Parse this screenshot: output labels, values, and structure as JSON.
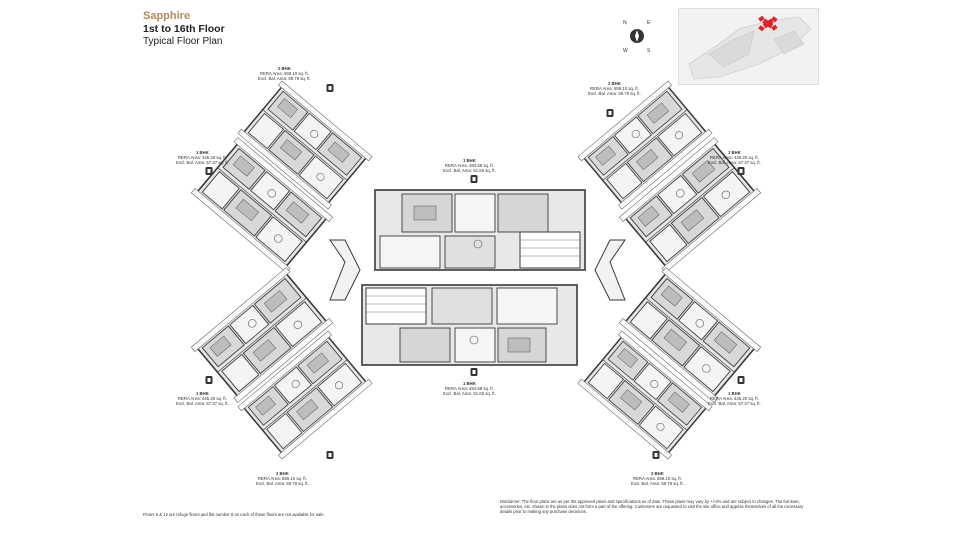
{
  "header": {
    "project": "Sapphire",
    "floors": "1st to 16th Floor",
    "plan_type": "Typical Floor Plan"
  },
  "compass": {
    "n": "N",
    "e": "E",
    "s": "S",
    "w": "W"
  },
  "colors": {
    "brand": "#b48a5a",
    "wall": "#3a3a3a",
    "room_fill": "#e2e2e2",
    "keyplan_highlight": "#e0242a"
  },
  "units": [
    {
      "id": "top-left-2bhk",
      "type": "2 BHK",
      "rera": "RERA Area: 659.10 sq. ft.",
      "excl": "Excl. Bal. Area: 59.79 sq. ft."
    },
    {
      "id": "top-right-2bhk",
      "type": "2 BHK",
      "rera": "RERA Area: 659.10 sq. ft.",
      "excl": "Excl. Bal. Area: 59.79 sq. ft."
    },
    {
      "id": "left-upper-1bhk",
      "type": "1 BHK",
      "rera": "RERA Area: 445.20 sq. ft.",
      "excl": "Excl. Bal. Area: 57.37 sq. ft."
    },
    {
      "id": "right-upper-1bhk",
      "type": "1 BHK",
      "rera": "RERA Area: 445.20 sq. ft.",
      "excl": "Excl. Bal. Area: 57.37 sq. ft."
    },
    {
      "id": "center-top-1bhk",
      "type": "1 BHK",
      "rera": "RERA Area: 494.59 sq. ft.",
      "excl": "Excl. Bal. Area: 51.65 sq. ft."
    },
    {
      "id": "center-bottom-1bhk",
      "type": "1 BHK",
      "rera": "RERA Area: 494.59 sq. ft.",
      "excl": "Excl. Bal. Area: 51.65 sq. ft."
    },
    {
      "id": "left-lower-1bhk",
      "type": "1 BHK",
      "rera": "RERA Area: 445.20 sq. ft.",
      "excl": "Excl. Bal. Area: 57.37 sq. ft."
    },
    {
      "id": "right-lower-1bhk",
      "type": "1 BHK",
      "rera": "RERA Area: 445.20 sq. ft.",
      "excl": "Excl. Bal. Area: 57.37 sq. ft."
    },
    {
      "id": "bottom-left-2bhk",
      "type": "2 BHK",
      "rera": "RERA Area: 659.10 sq. ft.",
      "excl": "Excl. Bal. Area: 59.79 sq. ft."
    },
    {
      "id": "bottom-right-2bhk",
      "type": "2 BHK",
      "rera": "RERA Area: 659.10 sq. ft.",
      "excl": "Excl. Bal. Area: 59.79 sq. ft."
    }
  ],
  "footnotes": {
    "refuge": "Floors 5 & 12 are refuge floors and flat number 8 on each of these floors are not available for sale.",
    "disclaimer": "Disclaimer: The floor plans are as per the approved plans and specifications as of date. These plans may vary by +/-3% and are subject to changes. The furniture, accessories, etc. shown in the plans does not form a part of the offering. Customers are requested to visit the site office and apprise themselves of all the necessary details prior to making any purchase decisions."
  }
}
